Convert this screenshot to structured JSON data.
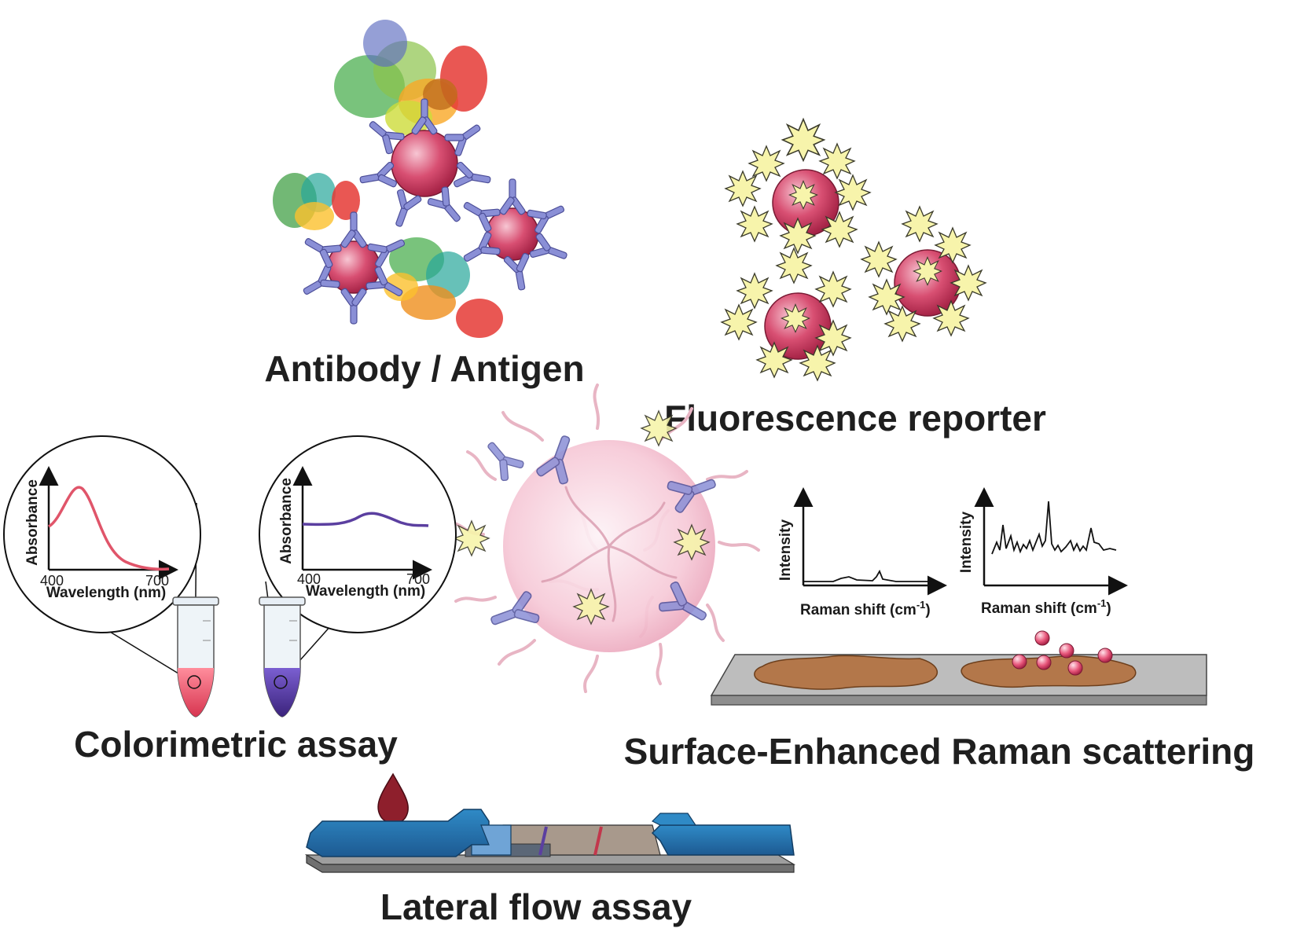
{
  "labels": {
    "antibody": "Antibody / Antigen",
    "fluorescence": "Fluorescence reporter",
    "colorimetric": "Colorimetric assay",
    "sers": "Surface-Enhanced Raman scattering",
    "lateral_flow": "Lateral flow assay"
  },
  "colorimetric_plots": {
    "red": {
      "ylabel": "Absorbance",
      "xlabel": "Wavelength (nm)",
      "x_min": "400",
      "x_max": "700"
    },
    "purple": {
      "ylabel": "Absorbance",
      "xlabel": "Wavelength (nm)",
      "x_min": "400",
      "x_max": "700"
    }
  },
  "raman_plots": {
    "low": {
      "ylabel": "Intensity",
      "xlabel_main": "Raman shift (cm",
      "xlabel_sup": "-1",
      "xlabel_end": ")"
    },
    "high": {
      "ylabel": "Intensity",
      "xlabel_main": "Raman shift (cm",
      "xlabel_sup": "-1",
      "xlabel_end": ")"
    }
  },
  "colors": {
    "nanoparticle": "#d84f72",
    "antibody": "#7b7fc4",
    "fluorophore": "#f5f2a6",
    "red_sample": "#e0556a",
    "purple_sample": "#5b3fa0",
    "strip_blue": "#2a72ad",
    "tissue": "#b3774a",
    "blood_drop": "#8e1f2c"
  }
}
